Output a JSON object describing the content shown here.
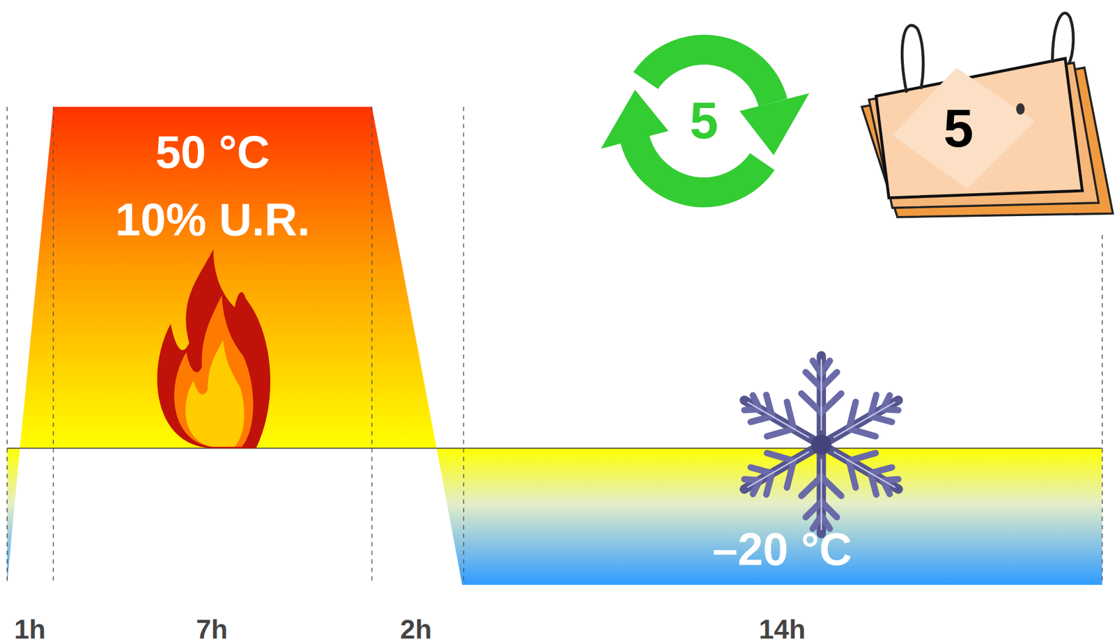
{
  "diagram": {
    "nodes": [
      {
        "text": [
          "50 °C",
          "10% U.R."
        ]
      },
      {
        "text": [
          "–20 °C"
        ]
      },
      {
        "text": [
          "5"
        ]
      },
      {
        "text": [
          "5"
        ]
      }
    ],
    "labels": [
      "1h",
      "7h",
      "2h",
      "14h"
    ]
  }
}
